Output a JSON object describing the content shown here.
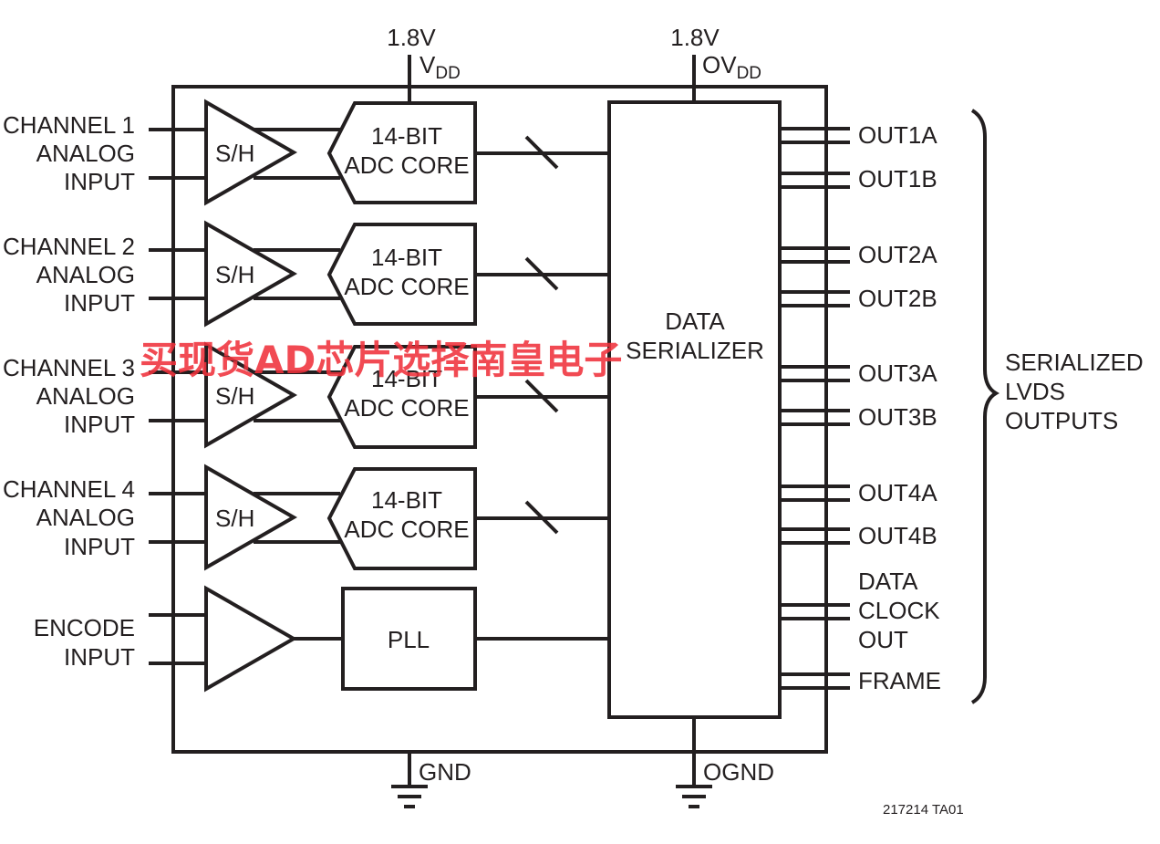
{
  "supplies": {
    "vdd_voltage": "1.8V",
    "vdd_name": "V",
    "vdd_sub": "DD",
    "ovdd_voltage": "1.8V",
    "ovdd_name": "OV",
    "ovdd_sub": "DD",
    "gnd": "GND",
    "ognd": "OGND"
  },
  "channels": [
    {
      "label": [
        "CHANNEL 1",
        "ANALOG",
        "INPUT"
      ],
      "sh": "S/H",
      "adc": [
        "14-BIT",
        "ADC CORE"
      ]
    },
    {
      "label": [
        "CHANNEL 2",
        "ANALOG",
        "INPUT"
      ],
      "sh": "S/H",
      "adc": [
        "14-BIT",
        "ADC CORE"
      ]
    },
    {
      "label": [
        "CHANNEL 3",
        "ANALOG",
        "INPUT"
      ],
      "sh": "S/H",
      "adc": [
        "14-BIT",
        "ADC CORE"
      ]
    },
    {
      "label": [
        "CHANNEL 4",
        "ANALOG",
        "INPUT"
      ],
      "sh": "S/H",
      "adc": [
        "14-BIT",
        "ADC CORE"
      ]
    }
  ],
  "encode": {
    "label": [
      "ENCODE",
      "INPUT"
    ],
    "pll": "PLL"
  },
  "serializer": [
    "DATA",
    "SERIALIZER"
  ],
  "outputs": {
    "pairs": [
      "OUT1A",
      "OUT1B",
      "OUT2A",
      "OUT2B",
      "OUT3A",
      "OUT3B",
      "OUT4A",
      "OUT4B"
    ],
    "clock": [
      "DATA",
      "CLOCK",
      "OUT"
    ],
    "frame": "FRAME",
    "group_label": [
      "SERIALIZED",
      "LVDS",
      "OUTPUTS"
    ]
  },
  "watermark": "买现货AD芯片选择南皇电子",
  "figure_ref": "217214 TA01"
}
